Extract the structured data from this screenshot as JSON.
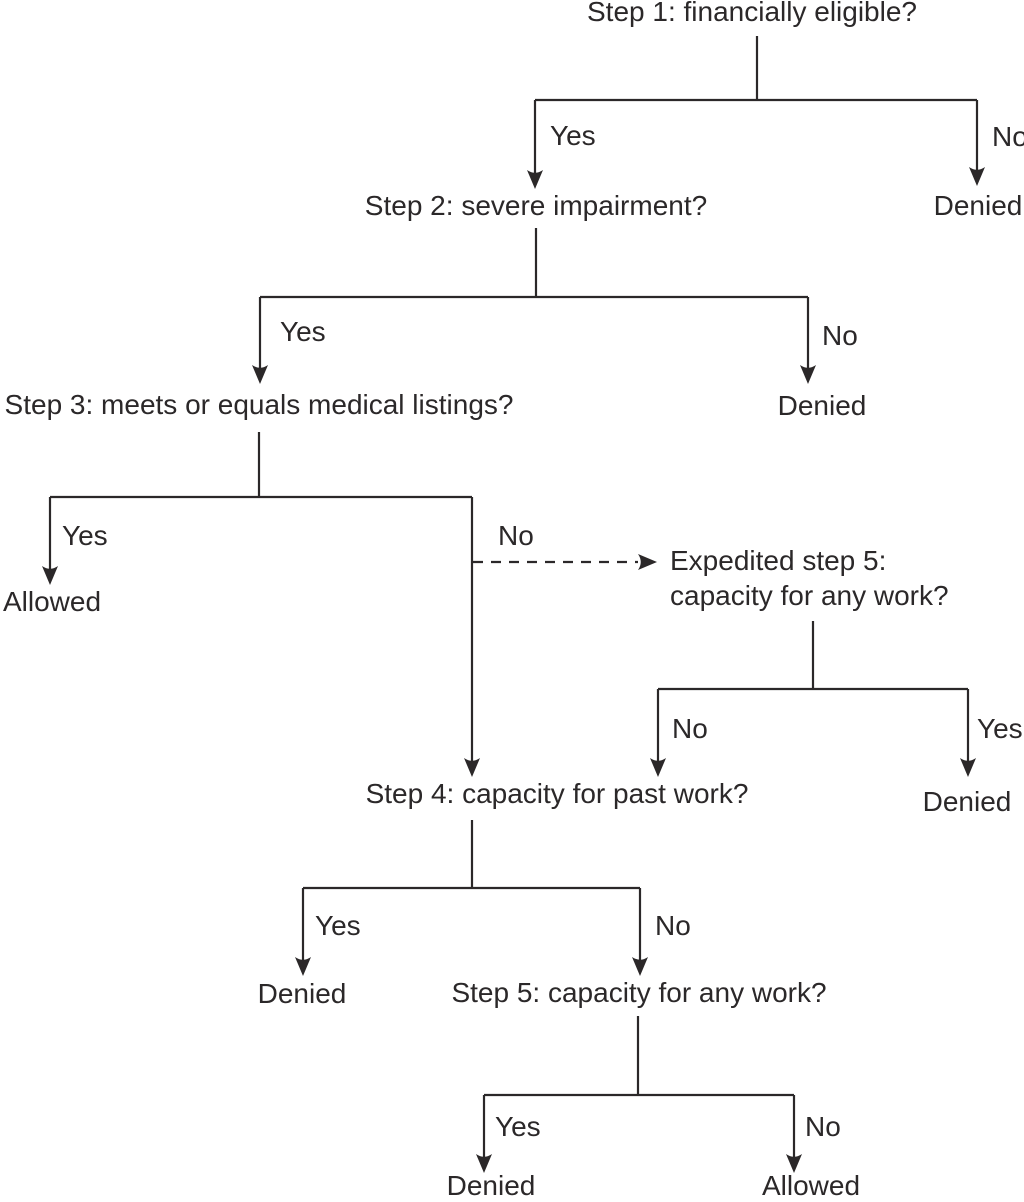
{
  "nodes": {
    "step1": "Step 1: financially eligible?",
    "step2": "Step 2: severe impairment?",
    "step3": "Step 3: meets or equals medical listings?",
    "step4": "Step 4: capacity for past work?",
    "step5": "Step 5: capacity for any work?",
    "expedited5_line1": "Expedited step 5:",
    "expedited5_line2": "capacity for any work?"
  },
  "labels": {
    "yes": "Yes",
    "no": "No"
  },
  "outcomes": {
    "denied": "Denied",
    "allowed": "Allowed"
  },
  "colors": {
    "line": "#2b2829",
    "text": "#2b2829",
    "background": "#ffffff"
  }
}
